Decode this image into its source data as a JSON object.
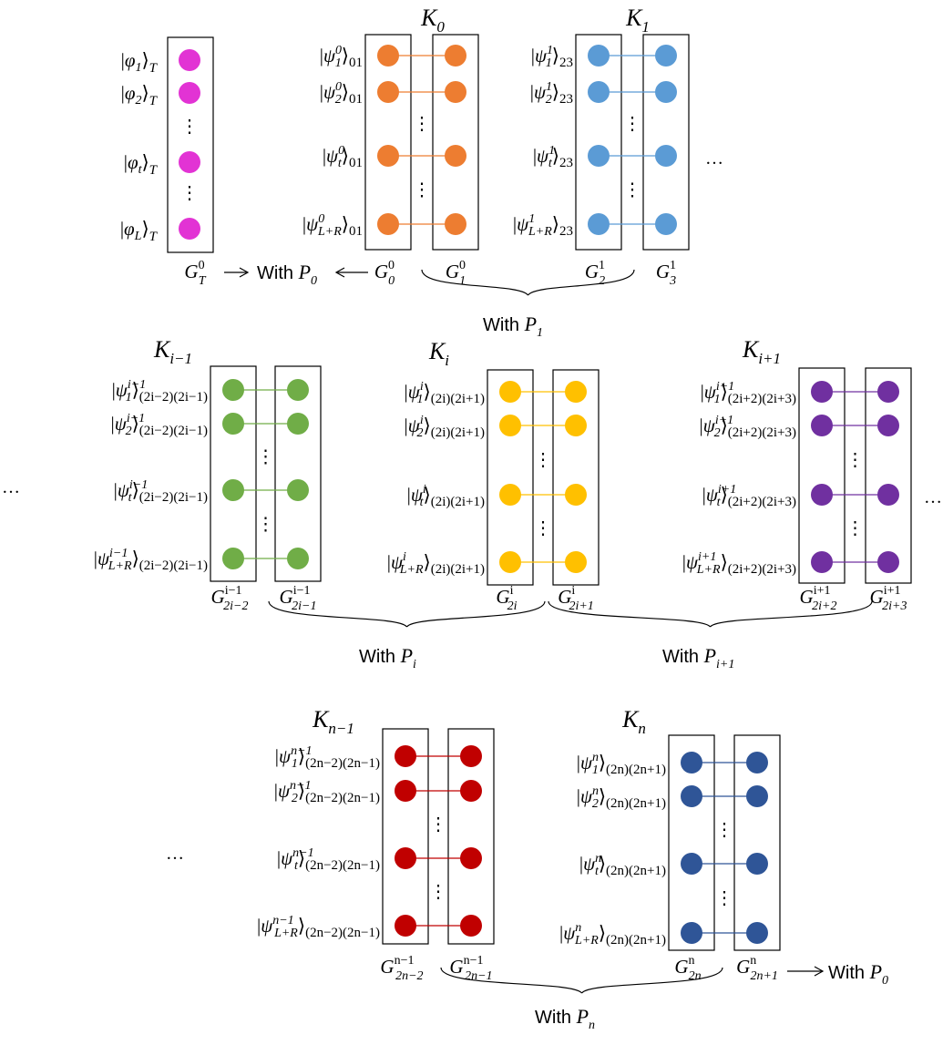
{
  "colors": {
    "tenant": "#e233d4",
    "k0": "#ed7d31",
    "k1": "#5b9bd5",
    "k_im1": "#70ad47",
    "k_i": "#ffc000",
    "k_ip1": "#7030a0",
    "k_nm1": "#c00000",
    "k_n": "#2f5597",
    "ink": "#000000"
  },
  "text": {
    "with": "With",
    "ellipsis": "…",
    "vdots": "⋮",
    "arrow_left": "⟵",
    "arrow_right": "⟶"
  },
  "tenant": {
    "states": [
      {
        "phi": "|φ",
        "sub": "1",
        "close": "⟩",
        "tail": "T"
      },
      {
        "phi": "|φ",
        "sub": "2",
        "close": "⟩",
        "tail": "T"
      },
      {
        "phi": "|φ",
        "sub": "t",
        "close": "⟩",
        "tail": "T"
      },
      {
        "phi": "|φ",
        "sub": "L",
        "close": "⟩",
        "tail": "T"
      }
    ],
    "group": {
      "base": "G",
      "sup": "0",
      "sub": "T"
    }
  },
  "providers": {
    "p0": {
      "base": "P",
      "sub": "0"
    },
    "p1": {
      "base": "P",
      "sub": "1"
    },
    "pi": {
      "base": "P",
      "sub": "i"
    },
    "pip1": {
      "base": "P",
      "sub": "i+1"
    },
    "pn": {
      "base": "P",
      "sub": "n"
    }
  },
  "blocks": [
    {
      "id": "k0",
      "title": {
        "base": "K",
        "sub": "0"
      },
      "states": [
        {
          "sup": "0",
          "sub": "1",
          "tail": "01"
        },
        {
          "sup": "0",
          "sub": "2",
          "tail": "01"
        },
        {
          "sup": "0",
          "sub": "t",
          "tail": "01"
        },
        {
          "sup": "0",
          "sub": "L+R",
          "tail": "01"
        }
      ],
      "groups": [
        {
          "base": "G",
          "sup": "0",
          "sub": "0"
        },
        {
          "base": "G",
          "sup": "0",
          "sub": "1"
        }
      ]
    },
    {
      "id": "k1",
      "title": {
        "base": "K",
        "sub": "1"
      },
      "states": [
        {
          "sup": "1",
          "sub": "1",
          "tail": "23"
        },
        {
          "sup": "1",
          "sub": "2",
          "tail": "23"
        },
        {
          "sup": "1",
          "sub": "t",
          "tail": "23"
        },
        {
          "sup": "1",
          "sub": "L+R",
          "tail": "23"
        }
      ],
      "groups": [
        {
          "base": "G",
          "sup": "1",
          "sub": "2"
        },
        {
          "base": "G",
          "sup": "1",
          "sub": "3"
        }
      ]
    },
    {
      "id": "k_im1",
      "title": {
        "base": "K",
        "sub": "i−1"
      },
      "states": [
        {
          "sup": "i−1",
          "sub": "1",
          "tail": "(2i−2)(2i−1)"
        },
        {
          "sup": "i−1",
          "sub": "2",
          "tail": "(2i−2)(2i−1)"
        },
        {
          "sup": "i−1",
          "sub": "t",
          "tail": "(2i−2)(2i−1)"
        },
        {
          "sup": "i−1",
          "sub": "L+R",
          "tail": "(2i−2)(2i−1)"
        }
      ],
      "groups": [
        {
          "base": "G",
          "sup": "i−1",
          "sub": "2i−2"
        },
        {
          "base": "G",
          "sup": "i−1",
          "sub": "2i−1"
        }
      ]
    },
    {
      "id": "k_i",
      "title": {
        "base": "K",
        "sub": "i"
      },
      "states": [
        {
          "sup": "i",
          "sub": "1",
          "tail": "(2i)(2i+1)"
        },
        {
          "sup": "i",
          "sub": "2",
          "tail": "(2i)(2i+1)"
        },
        {
          "sup": "i",
          "sub": "t",
          "tail": "(2i)(2i+1)"
        },
        {
          "sup": "i",
          "sub": "L+R",
          "tail": "(2i)(2i+1)"
        }
      ],
      "groups": [
        {
          "base": "G",
          "sup": "i",
          "sub": "2i"
        },
        {
          "base": "G",
          "sup": "i",
          "sub": "2i+1"
        }
      ]
    },
    {
      "id": "k_ip1",
      "title": {
        "base": "K",
        "sub": "i+1"
      },
      "states": [
        {
          "sup": "i+1",
          "sub": "1",
          "tail": "(2i+2)(2i+3)"
        },
        {
          "sup": "i+1",
          "sub": "2",
          "tail": "(2i+2)(2i+3)"
        },
        {
          "sup": "i+1",
          "sub": "t",
          "tail": "(2i+2)(2i+3)"
        },
        {
          "sup": "i+1",
          "sub": "L+R",
          "tail": "(2i+2)(2i+3)"
        }
      ],
      "groups": [
        {
          "base": "G",
          "sup": "i+1",
          "sub": "2i+2"
        },
        {
          "base": "G",
          "sup": "i+1",
          "sub": "2i+3"
        }
      ]
    },
    {
      "id": "k_nm1",
      "title": {
        "base": "K",
        "sub": "n−1"
      },
      "states": [
        {
          "sup": "n−1",
          "sub": "1",
          "tail": "(2n−2)(2n−1)"
        },
        {
          "sup": "n−1",
          "sub": "2",
          "tail": "(2n−2)(2n−1)"
        },
        {
          "sup": "n−1",
          "sub": "t",
          "tail": "(2n−2)(2n−1)"
        },
        {
          "sup": "n−1",
          "sub": "L+R",
          "tail": "(2n−2)(2n−1)"
        }
      ],
      "groups": [
        {
          "base": "G",
          "sup": "n−1",
          "sub": "2n−2"
        },
        {
          "base": "G",
          "sup": "n−1",
          "sub": "2n−1"
        }
      ]
    },
    {
      "id": "k_n",
      "title": {
        "base": "K",
        "sub": "n"
      },
      "states": [
        {
          "sup": "n",
          "sub": "1",
          "tail": "(2n)(2n+1)"
        },
        {
          "sup": "n",
          "sub": "2",
          "tail": "(2n)(2n+1)"
        },
        {
          "sup": "n",
          "sub": "t",
          "tail": "(2n)(2n+1)"
        },
        {
          "sup": "n",
          "sub": "L+R",
          "tail": "(2n)(2n+1)"
        }
      ],
      "groups": [
        {
          "base": "G",
          "sup": "n",
          "sub": "2n"
        },
        {
          "base": "G",
          "sup": "n",
          "sub": "2n+1"
        }
      ]
    }
  ]
}
